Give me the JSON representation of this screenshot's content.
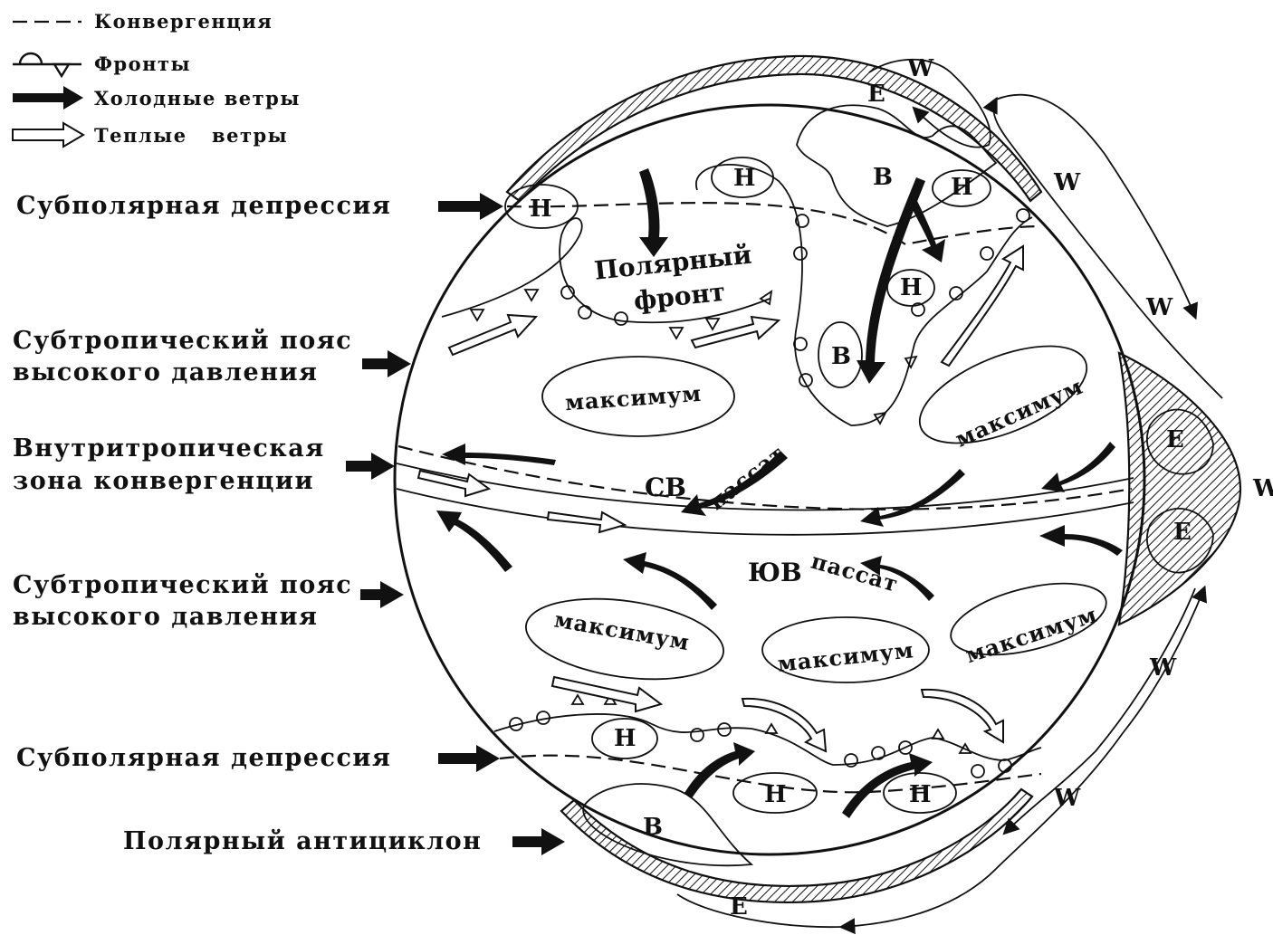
{
  "legend": {
    "convergence": "Конвергенция",
    "fronts": "Фронты",
    "cold_winds": "Холодные ветры",
    "warm_winds_a": "Теплые",
    "warm_winds_b": "ветры"
  },
  "side_labels": {
    "subpolar_top": "Субполярная депрессия",
    "subtropic_top_1": "Субтропический пояс",
    "subtropic_top_2": "высокого давления",
    "itcz_1": "Внутритропическая",
    "itcz_2": "зона конвергенции",
    "subtropic_bottom_1": "Субтропический пояс",
    "subtropic_bottom_2": "высокого давления",
    "subpolar_bottom": "Субполярная депрессия",
    "polar_anticyclone": "Полярный антициклон"
  },
  "inner_labels": {
    "polar_front_1": "Полярный",
    "polar_front_2": "фронт",
    "maximum": "максимум",
    "ne_trade": "СВ",
    "ne_trade_word": "пассат",
    "se_trade": "ЮВ",
    "se_trade_word": "пассат"
  },
  "pressure_marks": {
    "low": "Н",
    "high": "В"
  },
  "wind_marks": {
    "west": "W",
    "east": "E"
  },
  "colors": {
    "ink": "#111111",
    "paper": "#ffffff"
  }
}
